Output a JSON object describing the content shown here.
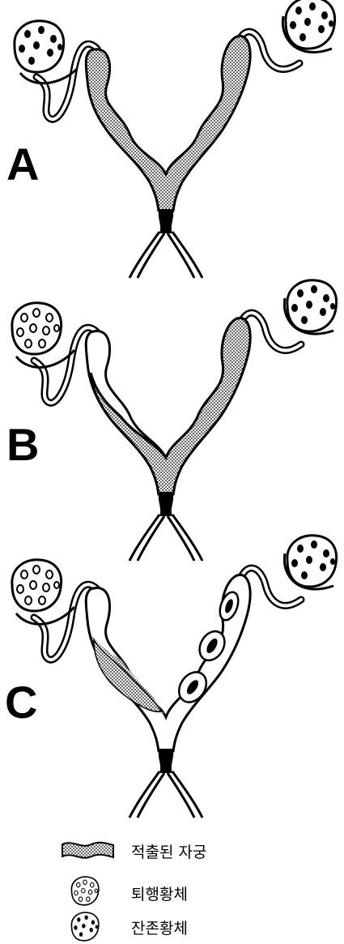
{
  "panels": [
    {
      "id": "A",
      "label": "A",
      "left_ovary": "active",
      "right_ovary": "active",
      "removed": "both-horns"
    },
    {
      "id": "B",
      "label": "B",
      "left_ovary": "regressed",
      "right_ovary": "active",
      "removed": "right-horn-and-part-left"
    },
    {
      "id": "C",
      "label": "C",
      "left_ovary": "regressed",
      "right_ovary": "active",
      "removed": "part-left-horn",
      "right_horn_contents": "embryos"
    }
  ],
  "legend": {
    "removed_uterus": "적출된 자궁",
    "regressed_corpus_luteum": "퇴행황체",
    "persistent_corpus_luteum": "잔존황체"
  },
  "colors": {
    "ink": "#000000",
    "paper": "#ffffff"
  }
}
